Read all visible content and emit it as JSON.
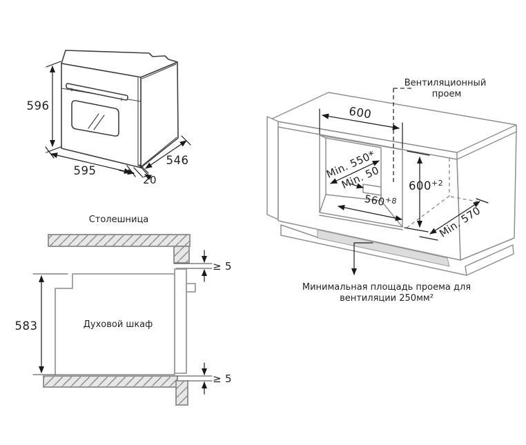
{
  "colors": {
    "background": "#ffffff",
    "dimension_lines": "#1a1a1a",
    "dark_outline": "#3f3f3f",
    "gray_outline": "#8f8f8f",
    "hatch_fill": "#e7e7e7",
    "vent_slot_fill": "#dcdcdc"
  },
  "oven_view": {
    "height_label": "596",
    "width_label": "595",
    "depth_label": "546",
    "door_offset_label": "20"
  },
  "section_view": {
    "countertop_label": "Столешница",
    "oven_label": "Духовой шкаф",
    "height_label": "583",
    "top_gap_label": "≥ 5",
    "bottom_gap_label": "≥ 5"
  },
  "cabinet_view": {
    "vent_label_line1": "Вентиляционный",
    "vent_label_line2": "проем",
    "top_width_label": "600",
    "depth_label": "Min. 550*",
    "back_gap_label": "Min. 50",
    "cutout_width_main": "560",
    "cutout_width_sup": "+8",
    "cutout_height_main": "600",
    "cutout_height_sup": "+2",
    "side_depth_label": "Min. 570",
    "caption_line1": "Минимальная площадь проема для",
    "caption_line2": "вентиляции 250мм²"
  }
}
